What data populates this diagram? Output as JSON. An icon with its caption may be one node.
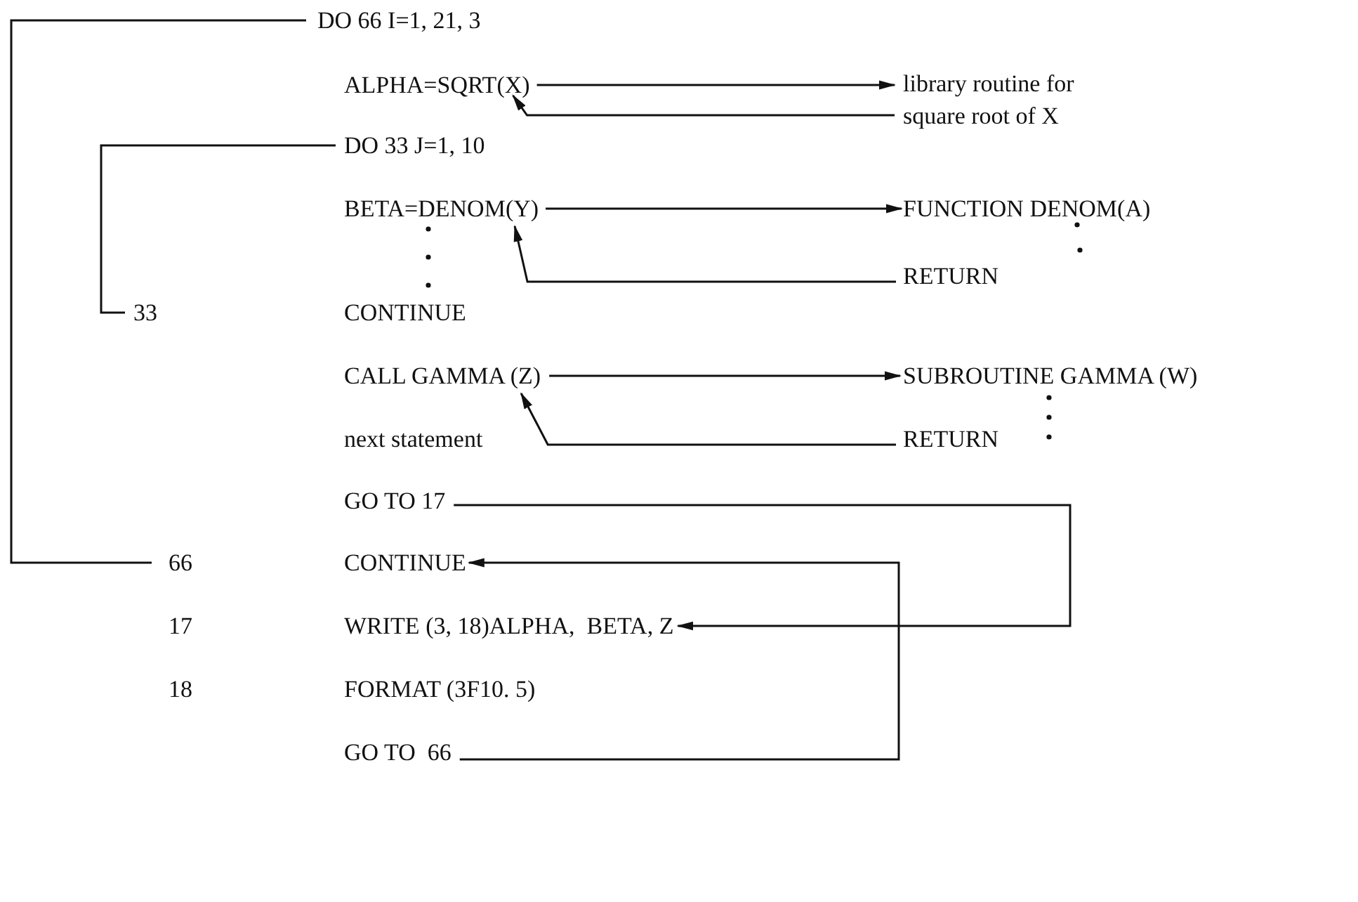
{
  "diagram": {
    "nodes": [
      {
        "text": [
          "DO 66 I=1, 21, 3"
        ]
      },
      {
        "text": [
          "ALPHA=SQRT(X)"
        ]
      },
      {
        "text": [
          "library routine for square root of X"
        ]
      },
      {
        "text": [
          "DO 33 J=1, 10"
        ]
      },
      {
        "text": [
          "BETA=DENOM(Y)"
        ]
      },
      {
        "text": [
          "FUNCTION DENOM(A)"
        ]
      },
      {
        "text": [
          "RETURN"
        ]
      },
      {
        "text": [
          "33"
        ]
      },
      {
        "text": [
          "CONTINUE"
        ]
      },
      {
        "text": [
          "CALL GAMMA (Z)"
        ]
      },
      {
        "text": [
          "SUBROUTINE GAMMA (W)"
        ]
      },
      {
        "text": [
          "next statement"
        ]
      },
      {
        "text": [
          "RETURN"
        ]
      },
      {
        "text": [
          "GO TO 17"
        ]
      },
      {
        "text": [
          "66"
        ]
      },
      {
        "text": [
          "CONTINUE"
        ]
      },
      {
        "text": [
          "17"
        ]
      },
      {
        "text": [
          "WRITE (3, 18)ALPHA,  BETA, Z"
        ]
      },
      {
        "text": [
          "18"
        ]
      },
      {
        "text": [
          "FORMAT (3F10. 5)"
        ]
      },
      {
        "text": [
          "GO TO  66"
        ]
      }
    ],
    "edges": [
      {
        "from": 0,
        "to": 14,
        "arrow": "none"
      },
      {
        "from": 3,
        "to": 7,
        "arrow": "none"
      },
      {
        "from": 1,
        "to": 2,
        "arrow": "to"
      },
      {
        "from": 2,
        "to": 1,
        "arrow": "to"
      },
      {
        "from": 4,
        "to": 5,
        "arrow": "to"
      },
      {
        "from": 6,
        "to": 4,
        "arrow": "to"
      },
      {
        "from": 9,
        "to": 10,
        "arrow": "to"
      },
      {
        "from": 12,
        "to": 9,
        "arrow": "to"
      },
      {
        "from": 13,
        "to": 17,
        "arrow": "to"
      },
      {
        "from": 20,
        "to": 15,
        "arrow": "to"
      }
    ]
  }
}
